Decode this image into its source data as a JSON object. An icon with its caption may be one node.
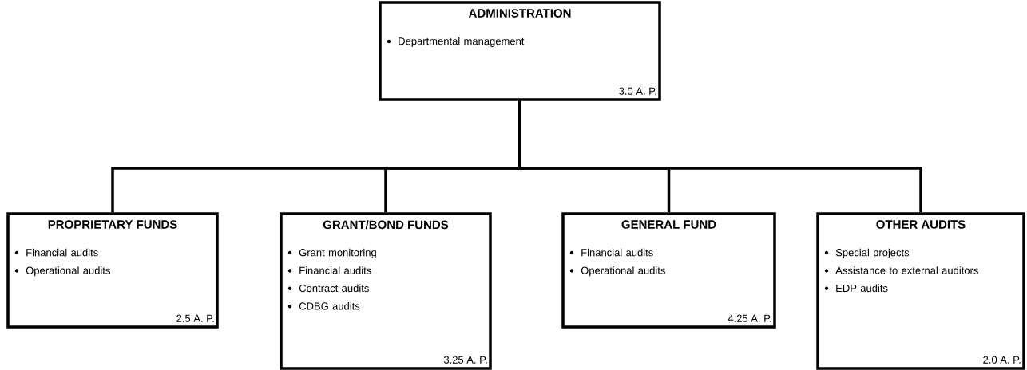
{
  "diagram": {
    "nodes": [
      {
        "text": [
          "ADMINISTRATION",
          "Departmental management",
          "3.0 A. P."
        ]
      },
      {
        "text": [
          "PROPRIETARY FUNDS",
          "Financial audits",
          "Operational audits",
          "2.5 A. P."
        ]
      },
      {
        "text": [
          "GRANT/BOND FUNDS",
          "Grant monitoring",
          "Financial audits",
          "Contract audits",
          "CDBG audits",
          "3.25 A. P."
        ]
      },
      {
        "text": [
          "GENERAL FUND",
          "Financial audits",
          "Operational audits",
          "4.25 A. P."
        ]
      },
      {
        "text": [
          "OTHER AUDITS",
          "Special projects",
          "Assistance to external auditors",
          "EDP audits",
          "2.0 A. P."
        ]
      }
    ],
    "edges": [
      {
        "from": 0,
        "to": 1,
        "arrow": "none"
      },
      {
        "from": 0,
        "to": 2,
        "arrow": "none"
      },
      {
        "from": 0,
        "to": 3,
        "arrow": "none"
      },
      {
        "from": 0,
        "to": 4,
        "arrow": "none"
      }
    ]
  }
}
